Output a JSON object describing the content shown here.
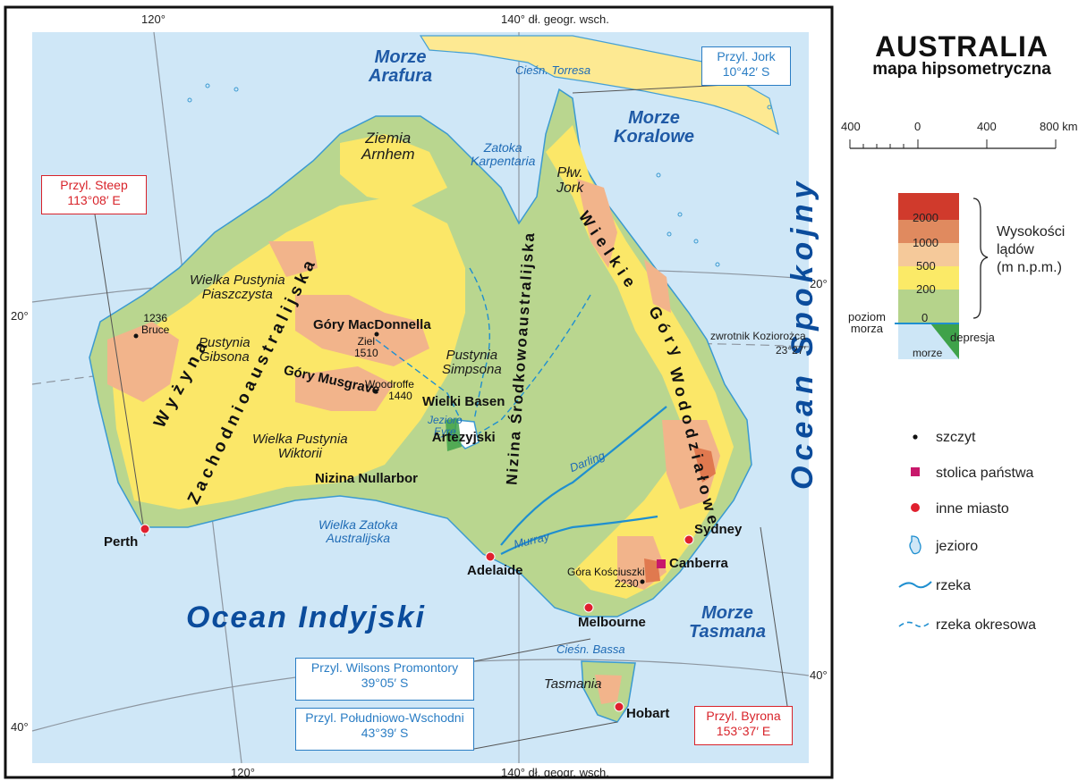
{
  "title": "AUSTRALIA",
  "subtitle": "mapa hipsometryczna",
  "graticule": {
    "top_120": "120°",
    "top_140": "140° dł. geogr. wsch.",
    "bottom_120": "120°",
    "bottom_140": "140° dł. geogr. wsch.",
    "left_20": "20°",
    "left_40": "40°",
    "right_20": "20°",
    "right_40": "40°"
  },
  "capes": {
    "steep": [
      "Przyl. Steep",
      "113°08′ E"
    ],
    "jork": [
      "Przyl. Jork",
      "10°42′ S"
    ],
    "wilsons": [
      "Przyl. Wilsons Promontory",
      "39°05′ S"
    ],
    "poludniowo": [
      "Przyl. Południowo-Wschodni",
      "43°39′ S"
    ],
    "byrona": [
      "Przyl. Byrona",
      "153°37′ E"
    ]
  },
  "seas": {
    "arafura": [
      "Morze",
      "Arafura"
    ],
    "koralowe": [
      "Morze",
      "Koralowe"
    ],
    "tasmana": [
      "Morze",
      "Tasmana"
    ],
    "indyjski": "Ocean Indyjski",
    "spokojny": "Ocean Spokojny"
  },
  "water_labels": {
    "torresa": "Cieśn. Torresa",
    "karpentaria": [
      "Zatoka",
      "Karpentaria"
    ],
    "zatoka_austr": [
      "Wielka Zatoka",
      "Australijska"
    ],
    "bassa": "Cieśn. Bassa",
    "darling": "Darling",
    "murray": "Murray",
    "eyre": [
      "Jezioro",
      "Eyre"
    ]
  },
  "regions": {
    "arnhem": [
      "Ziemia",
      "Arnhem"
    ],
    "jork": [
      "Płw.",
      "Jork"
    ],
    "piaszczysta": [
      "Wielka Pustynia",
      "Piaszczysta"
    ],
    "gibsona": [
      "Pustynia",
      "Gibsona"
    ],
    "simpsona": [
      "Pustynia",
      "Simpsona"
    ],
    "wiktorii": [
      "Wielka Pustynia",
      "Wiktorii"
    ],
    "tasmania": "Tasmania",
    "macdonnella": "Góry MacDonnella",
    "musgrave": "Góry Musgrave",
    "wielki_basen": [
      "Wielki Basen",
      "Artezyjski"
    ],
    "nullarbor": "Nizina Nullarbor",
    "wyzyna": "Wyżyna",
    "zachodnio": "Zachodnioaustralijska",
    "nizina_sr": "Nizina Środkowoaustralijska",
    "wielkie": "Wielkie",
    "gory": "Góry",
    "wododzialowe": "Wododziałowe"
  },
  "peaks": {
    "bruce": [
      "1236",
      "Bruce"
    ],
    "ziel": [
      "Ziel",
      "1510"
    ],
    "woodroffe": [
      "Woodroffe",
      "1440"
    ],
    "kosciuszki": [
      "Góra Kościuszki",
      "2230"
    ]
  },
  "cities": {
    "perth": "Perth",
    "adelaide": "Adelaide",
    "melbourne": "Melbourne",
    "canberra": "Canberra",
    "sydney": "Sydney",
    "hobart": "Hobart"
  },
  "tropic": [
    "zwrotnik Koziorożca",
    "23°27′"
  ],
  "scale": {
    "ticks": [
      "400",
      "0",
      "400",
      "800 km"
    ]
  },
  "hypsometry": {
    "levels": [
      "2000",
      "1000",
      "500",
      "200",
      "0"
    ],
    "colors": [
      "#d03a2c",
      "#e08a5f",
      "#f5c99a",
      "#fbea67",
      "#b5d38b"
    ],
    "sea_color": "#cde6f6",
    "depression_color": "#3fa24a",
    "heading": [
      "Wysokości",
      "lądów",
      "(m n.p.m.)"
    ],
    "poziom": [
      "poziom",
      "morza"
    ],
    "depresja": "depresja",
    "morze": "morze"
  },
  "legend": [
    {
      "icon": "peak-dot-icon",
      "label": "szczyt"
    },
    {
      "icon": "capital-square-icon",
      "label": "stolica państwa"
    },
    {
      "icon": "city-circle-icon",
      "label": "inne miasto"
    },
    {
      "icon": "lake-icon",
      "label": "jezioro"
    },
    {
      "icon": "river-icon",
      "label": "rzeka"
    },
    {
      "icon": "seasonal-river-icon",
      "label": "rzeka okresowa"
    }
  ]
}
